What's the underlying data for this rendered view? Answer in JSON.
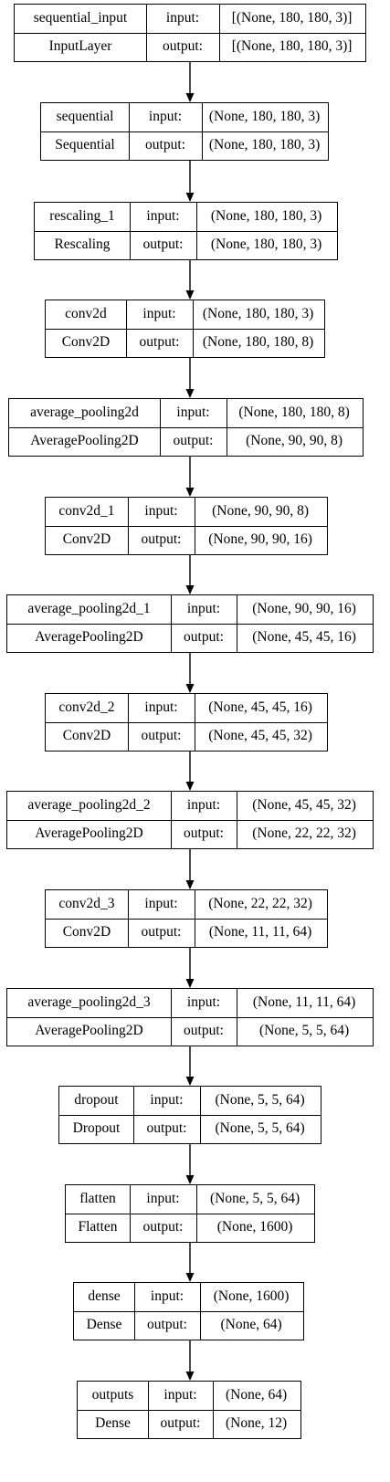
{
  "layers": [
    {
      "name": "sequential_input",
      "type": "InputLayer",
      "input_label": "input:",
      "output_label": "output:",
      "input_shape": "[(None, 180, 180, 3)]",
      "output_shape": "[(None, 180, 180, 3)]"
    },
    {
      "name": "sequential",
      "type": "Sequential",
      "input_label": "input:",
      "output_label": "output:",
      "input_shape": "(None, 180, 180, 3)",
      "output_shape": "(None, 180, 180, 3)"
    },
    {
      "name": "rescaling_1",
      "type": "Rescaling",
      "input_label": "input:",
      "output_label": "output:",
      "input_shape": "(None, 180, 180, 3)",
      "output_shape": "(None, 180, 180, 3)"
    },
    {
      "name": "conv2d",
      "type": "Conv2D",
      "input_label": "input:",
      "output_label": "output:",
      "input_shape": "(None, 180, 180, 3)",
      "output_shape": "(None, 180, 180, 8)"
    },
    {
      "name": "average_pooling2d",
      "type": "AveragePooling2D",
      "input_label": "input:",
      "output_label": "output:",
      "input_shape": "(None, 180, 180, 8)",
      "output_shape": "(None, 90, 90, 8)"
    },
    {
      "name": "conv2d_1",
      "type": "Conv2D",
      "input_label": "input:",
      "output_label": "output:",
      "input_shape": "(None, 90, 90, 8)",
      "output_shape": "(None, 90, 90, 16)"
    },
    {
      "name": "average_pooling2d_1",
      "type": "AveragePooling2D",
      "input_label": "input:",
      "output_label": "output:",
      "input_shape": "(None, 90, 90, 16)",
      "output_shape": "(None, 45, 45, 16)"
    },
    {
      "name": "conv2d_2",
      "type": "Conv2D",
      "input_label": "input:",
      "output_label": "output:",
      "input_shape": "(None, 45, 45, 16)",
      "output_shape": "(None, 45, 45, 32)"
    },
    {
      "name": "average_pooling2d_2",
      "type": "AveragePooling2D",
      "input_label": "input:",
      "output_label": "output:",
      "input_shape": "(None, 45, 45, 32)",
      "output_shape": "(None, 22, 22, 32)"
    },
    {
      "name": "conv2d_3",
      "type": "Conv2D",
      "input_label": "input:",
      "output_label": "output:",
      "input_shape": "(None, 22, 22, 32)",
      "output_shape": "(None, 11, 11, 64)"
    },
    {
      "name": "average_pooling2d_3",
      "type": "AveragePooling2D",
      "input_label": "input:",
      "output_label": "output:",
      "input_shape": "(None, 11, 11, 64)",
      "output_shape": "(None, 5, 5, 64)"
    },
    {
      "name": "dropout",
      "type": "Dropout",
      "input_label": "input:",
      "output_label": "output:",
      "input_shape": "(None, 5, 5, 64)",
      "output_shape": "(None, 5, 5, 64)"
    },
    {
      "name": "flatten",
      "type": "Flatten",
      "input_label": "input:",
      "output_label": "output:",
      "input_shape": "(None, 5, 5, 64)",
      "output_shape": "(None, 1600)"
    },
    {
      "name": "dense",
      "type": "Dense",
      "input_label": "input:",
      "output_label": "output:",
      "input_shape": "(None, 1600)",
      "output_shape": "(None, 64)"
    },
    {
      "name": "outputs",
      "type": "Dense",
      "input_label": "input:",
      "output_label": "output:",
      "input_shape": "(None, 64)",
      "output_shape": "(None, 12)"
    }
  ]
}
